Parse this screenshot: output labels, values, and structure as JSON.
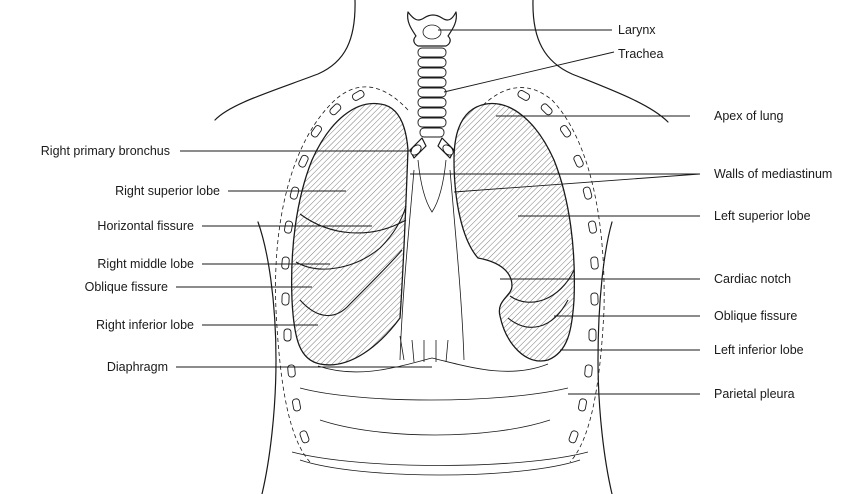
{
  "labels_left": [
    {
      "id": "right-primary-bronchus",
      "text": "Right primary bronchus"
    },
    {
      "id": "right-superior-lobe",
      "text": "Right superior lobe"
    },
    {
      "id": "horizontal-fissure",
      "text": "Horizontal fissure"
    },
    {
      "id": "right-middle-lobe",
      "text": "Right middle lobe"
    },
    {
      "id": "oblique-fissure-right",
      "text": "Oblique fissure"
    },
    {
      "id": "right-inferior-lobe",
      "text": "Right inferior lobe"
    },
    {
      "id": "diaphragm",
      "text": "Diaphragm"
    }
  ],
  "labels_right": [
    {
      "id": "larynx",
      "text": "Larynx"
    },
    {
      "id": "trachea",
      "text": "Trachea"
    },
    {
      "id": "apex-of-lung",
      "text": "Apex of lung"
    },
    {
      "id": "walls-of-mediastinum",
      "text": "Walls of mediastinum"
    },
    {
      "id": "left-superior-lobe",
      "text": "Left superior lobe"
    },
    {
      "id": "cardiac-notch",
      "text": "Cardiac notch"
    },
    {
      "id": "oblique-fissure-left",
      "text": "Oblique fissure"
    },
    {
      "id": "left-inferior-lobe",
      "text": "Left inferior lobe"
    },
    {
      "id": "parietal-pleura",
      "text": "Parietal pleura"
    }
  ]
}
